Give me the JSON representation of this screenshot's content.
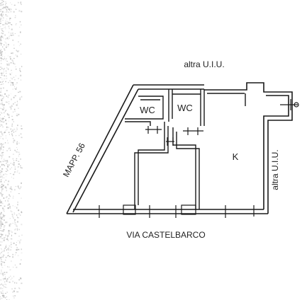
{
  "labels": {
    "top_neighbor": "altra U.I.U.",
    "right_neighbor": "altra U.I.U.",
    "left_parcel": "MAPP. 56",
    "street": "VIA CASTELBARCO",
    "room_wc_1": "WC",
    "room_wc_2": "WC",
    "room_kitchen": "K"
  },
  "colors": {
    "wall": "#1a1a1a",
    "text": "#222222",
    "scan_texture": "#b8b8b8"
  }
}
